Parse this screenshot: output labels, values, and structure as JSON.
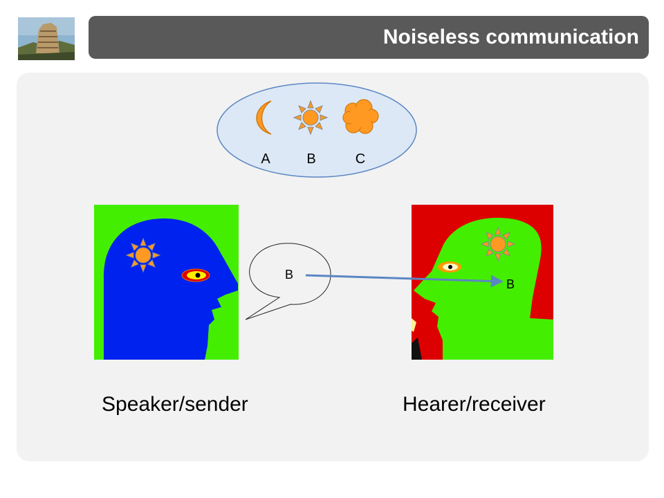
{
  "header": {
    "title": "Noiseless communication",
    "logo_icon": "tower-of-babel-painting-icon"
  },
  "meanings": {
    "items": [
      {
        "label": "A",
        "icon": "moon-icon"
      },
      {
        "label": "B",
        "icon": "sun-icon"
      },
      {
        "label": "C",
        "icon": "cloud-icon"
      }
    ]
  },
  "speaker": {
    "label": "Speaker/sender",
    "thought_icon": "sun-icon",
    "utterance": "B"
  },
  "hearer": {
    "label": "Hearer/receiver",
    "thought_icon": "sun-icon",
    "received": "B"
  },
  "colors": {
    "title_bar": "#595959",
    "panel": "#f2f2f2",
    "speaker_head": "#0022ee",
    "speaker_bg": "#44ee00",
    "hearer_head": "#44ee00",
    "hearer_bg": "#dd0000",
    "sun": "#ff9922",
    "arrow": "#5b86c3"
  }
}
